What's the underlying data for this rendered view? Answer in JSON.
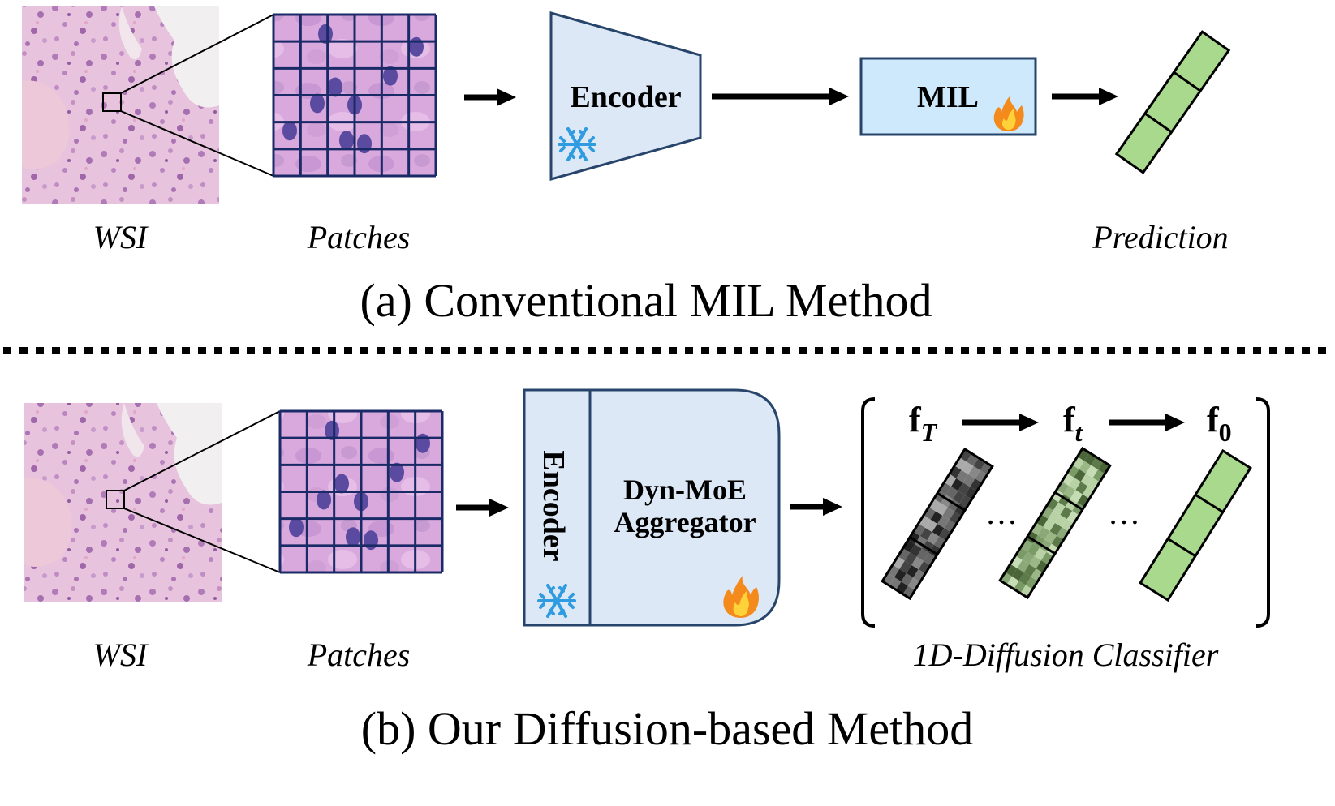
{
  "panel_a": {
    "wsi_label": "WSI",
    "patches_label": "Patches",
    "encoder_label": "Encoder",
    "mil_label": "MIL",
    "prediction_label": "Prediction",
    "caption": "(a) Conventional MIL Method",
    "encoder_icon": "snowflake-icon",
    "mil_icon": "fire-icon"
  },
  "panel_b": {
    "wsi_label": "WSI",
    "patches_label": "Patches",
    "encoder_label": "Encoder",
    "aggregator_line1": "Dyn-MoE",
    "aggregator_line2": "Aggregator",
    "classifier_label": "1D-Diffusion Classifier",
    "caption": "(b) Our Diffusion-based Method",
    "f_T": "f",
    "f_T_sub": "T",
    "f_t": "f",
    "f_t_sub": "t",
    "f_0": "f",
    "f_0_sub": "0",
    "ellipsis": "…",
    "encoder_icon": "snowflake-icon",
    "aggregator_icon": "fire-icon"
  },
  "colors": {
    "encoder_fill": "#dce8f5",
    "encoder_stroke": "#27446a",
    "mil_fill": "#cde9fb",
    "prediction_green": "#a9d98c",
    "tissue_pink": "#d8a8d0",
    "nucleus_purple": "#5a4aa0",
    "grid_navy": "#1a2a66"
  }
}
